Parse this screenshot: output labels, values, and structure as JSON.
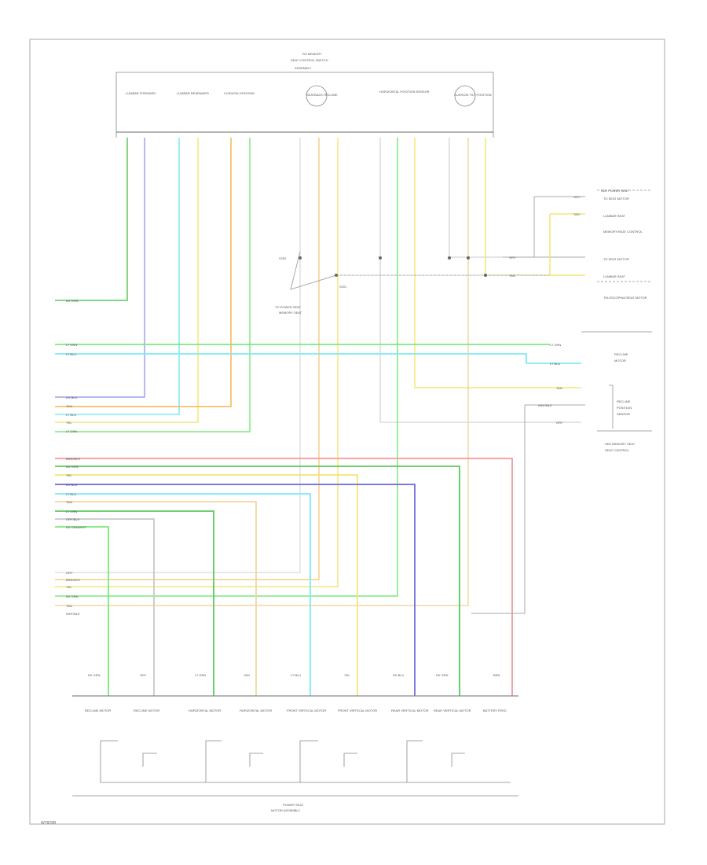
{
  "diagram": {
    "top_connector_labels": [
      "RH MEMORY",
      "SEAT CONTROL SWITCH",
      "ASSEMBLY"
    ],
    "top_components": [
      {
        "name": "LUMBAR FORWARD",
        "type": "switch"
      },
      {
        "name": "LUMBAR REARWARD",
        "type": "switch"
      },
      {
        "name": "CUSHION UP/DOWN",
        "type": "switch"
      },
      {
        "name": "SEATBACK RECLINE",
        "type": "motor"
      },
      {
        "name": "HORIZONTAL POSITION SENSOR",
        "type": "switch"
      },
      {
        "name": "CUSHION TILT POSITION",
        "type": "motor"
      }
    ],
    "left_wire_labels": {
      "group1": [
        "DK GRN"
      ],
      "group2": [
        "LT GRN",
        "LT BLU"
      ],
      "group3": [
        "DK BLU",
        "TAN",
        "LT BLU",
        "YEL",
        "LT GRN"
      ],
      "group4": [
        "BRN/WHT",
        "DK GRN",
        "YEL",
        "DK BLU",
        "LT BLU",
        "TAN",
        "LT GRN",
        "GRY/BLK",
        "DK GRN/WHT"
      ],
      "group5": [
        "GRY",
        "BRN/WHT",
        "YEL",
        "DK GRN",
        "TAN",
        "WHT/BLK"
      ]
    },
    "right_labels": {
      "top_callout": "SEE POWER SEAT",
      "top_right": [
        "GRY",
        "TAN",
        "GRY",
        "TAN"
      ],
      "top_right_desc": [
        "TO SEAT MOTOR",
        "LUMBAR SEAT",
        "MEMORY/SEAT CONTROL",
        "TO SEAT MOTOR",
        "LUMBAR SEAT",
        "TELESCOPING/SEAT MOTOR"
      ],
      "mid_right": [
        "LT GRN",
        "LT BLU"
      ],
      "mid_right_desc": [
        "RECLINE",
        "MOTOR"
      ],
      "lower_right": [
        "TAN",
        "WHT/BLK",
        "GRY"
      ],
      "lower_right_desc": [
        "RECLINE",
        "POSITION",
        "SENSOR",
        "SEE MEMORY SEAT",
        "SEAT CONTROL"
      ]
    },
    "splice_labels": [
      "S202",
      "S201",
      "TO POWER SEAT",
      "MEMORY SEAT"
    ],
    "bottom_wire_labels": [
      "DK GRN",
      "GRY",
      "LT GRN",
      "TAN",
      "LT BLU",
      "YEL",
      "DK BLU",
      "DK GRN",
      "BRN"
    ],
    "bottom_components": [
      "RECLINE MOTOR",
      "RECLINE MOTOR",
      "HORIZONTAL MOTOR",
      "HORIZONTAL MOTOR",
      "FRONT VERTICAL MOTOR",
      "FRONT VERTICAL MOTOR",
      "REAR VERTICAL MOTOR",
      "REAR VERTICAL MOTOR",
      "BATTERY FEED"
    ],
    "bottom_ground_label": "POWER SEAT",
    "bottom_ground_label2": "MOTOR ASSEMBLY",
    "ref_code": "W7829B"
  },
  "colors": {
    "dk_grn": "#5cc85c",
    "lt_grn": "#7de87d",
    "dk_blu": "#7a7adf",
    "lt_blu": "#7feaf5",
    "yel": "#f3e57a",
    "tan": "#f2d7a3",
    "orange": "#f5b54d",
    "red": "#f29a9a",
    "gry": "#c8c8c8",
    "frame": "#999999"
  }
}
